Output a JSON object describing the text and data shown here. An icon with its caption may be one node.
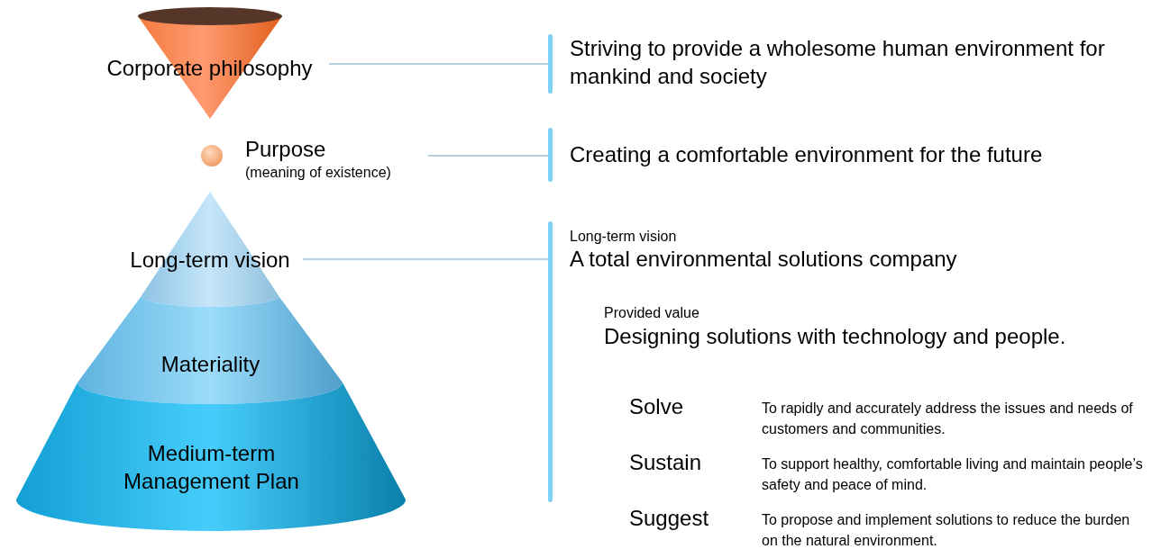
{
  "diagram": {
    "nodes": [
      {
        "text": [
          "Corporate philosophy"
        ]
      },
      {
        "text": [
          "Striving to provide a wholesome human environment for mankind and society"
        ]
      },
      {
        "text": [],
        "shape": "circle"
      },
      {
        "text": [
          "Purpose",
          "(meaning of existence)"
        ]
      },
      {
        "text": [
          "Creating a comfortable environment for the future"
        ]
      },
      {
        "text": [
          "Long-term vision"
        ]
      },
      {
        "text": [
          "Long-term vision",
          "A total environmental solutions company",
          "Provided value",
          "Designing solutions with technology and people."
        ]
      },
      {
        "text": [
          "Materiality"
        ]
      },
      {
        "text": [
          "Medium-term Management Plan"
        ]
      }
    ],
    "edges": [
      {
        "from": 0,
        "to": 1,
        "arrow": "none"
      },
      {
        "from": 3,
        "to": 4,
        "arrow": "none"
      },
      {
        "from": 5,
        "to": 6,
        "arrow": "none"
      }
    ],
    "labels": [
      "Solve",
      "To rapidly and accurately address the issues and needs of customers and communities.",
      "Sustain",
      "To support healthy, comfortable living and maintain people’s safety and peace of mind.",
      "Suggest",
      "To propose and implement solutions to reduce the burden on the natural environment."
    ]
  }
}
